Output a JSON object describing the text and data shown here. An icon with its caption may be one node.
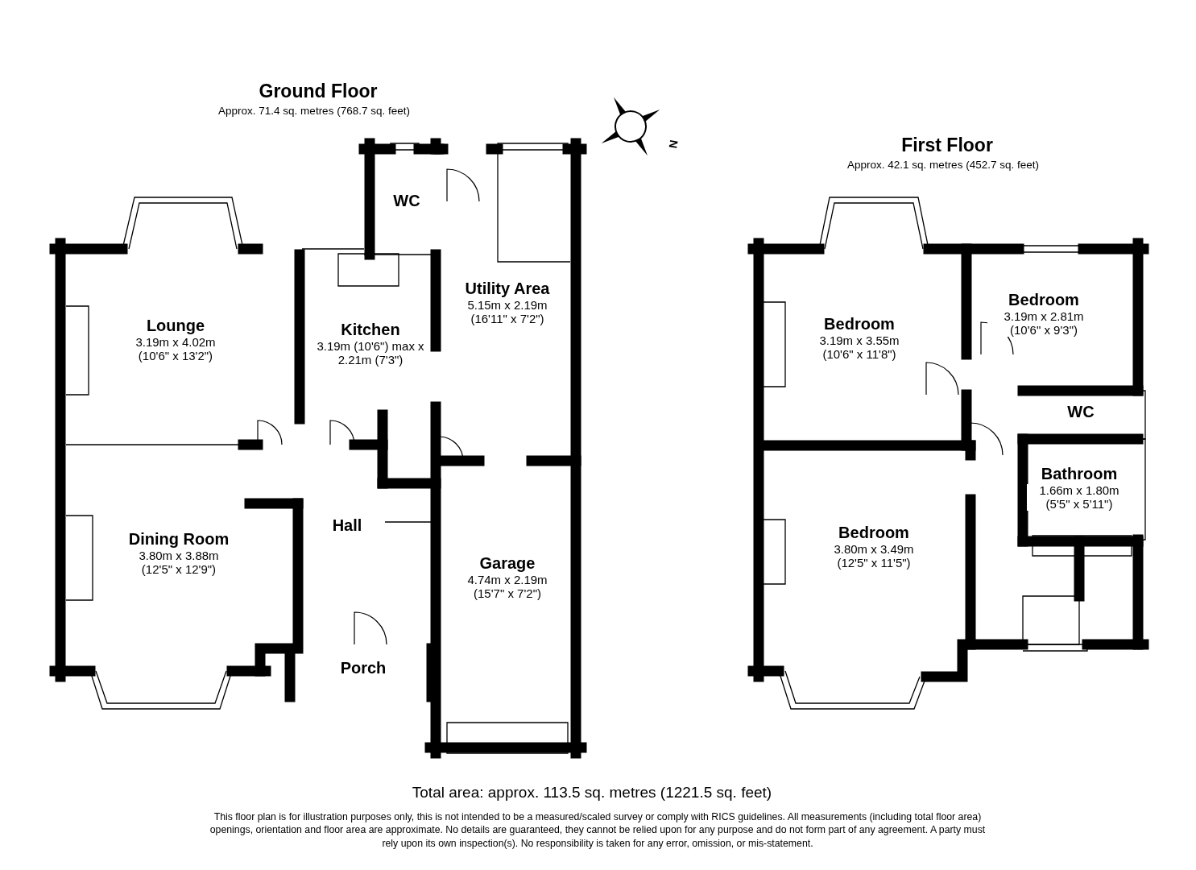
{
  "diagram": {
    "nodes": [
      {
        "text": [
          "Lounge",
          "3.19m x 4.02m (10'6\" x 13'2\")"
        ]
      },
      {
        "text": [
          "WC"
        ]
      },
      {
        "text": [
          "Kitchen",
          "3.19m (10'6\") max x 2.21m (7'3\")"
        ]
      },
      {
        "text": [
          "Utility Area",
          "5.15m x 2.19m (16'11\" x 7'2\")"
        ]
      },
      {
        "text": [
          "Dining Room",
          "3.80m x 3.88m (12'5\" x 12'9\")"
        ]
      },
      {
        "text": [
          "Hall"
        ]
      },
      {
        "text": [
          "Garage",
          "4.74m x 2.19m (15'7\" x 7'2\")"
        ]
      },
      {
        "text": [
          "Porch"
        ]
      },
      {
        "text": [
          "Bedroom",
          "3.19m x 3.55m (10'6\" x 11'8\")"
        ]
      },
      {
        "text": [
          "Bedroom",
          "3.19m x 2.81m (10'6\" x 9'3\")"
        ]
      },
      {
        "text": [
          "WC"
        ]
      },
      {
        "text": [
          "Bathroom",
          "1.66m x 1.80m (5'5\" x 5'11\")"
        ]
      },
      {
        "text": [
          "Bedroom",
          "3.80m x 3.49m (12'5\" x 11'5\")"
        ]
      }
    ],
    "labels": [
      "Ground Floor",
      "Approx. 71.4 sq. metres (768.7 sq. feet)",
      "N",
      "First Floor",
      "Approx. 42.1 sq. metres (452.7 sq. feet)",
      "Total area: approx. 113.5 sq. metres (1221.5 sq. feet)",
      "This floor plan is for illustration purposes only, this is not intended to be a measured/scaled survey or comply with RICS guidelines. All measurements (including total floor area) openings, orientation and floor area are approximate. No details are guaranteed, they cannot be relied upon for any purpose and do not form part of any agreement. A party must rely upon its own inspection(s). No responsibility is taken for any error, omission, or mis-statement."
    ]
  }
}
